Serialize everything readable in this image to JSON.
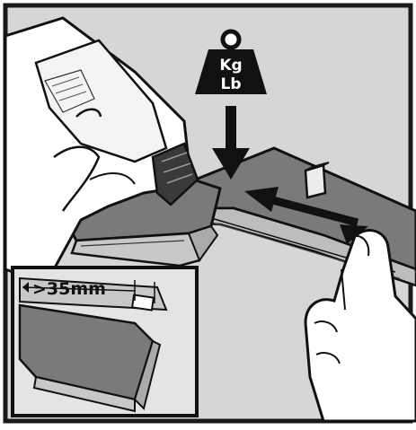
{
  "weight_icon": {
    "label_top": "Kg",
    "label_bottom": "Lb",
    "icon": "weight-icon"
  },
  "inset": {
    "measurement_label": ">35mm"
  },
  "arrows": {
    "press_direction": "down-arrow-icon",
    "slide_direction": "double-arrow-icon"
  },
  "colors": {
    "background": "#d6d6d6",
    "border": "#1a1a1a",
    "plank_top": "#7a7a7a",
    "plank_edge": "#bdbdbd",
    "ink": "#111111",
    "white": "#ffffff"
  }
}
